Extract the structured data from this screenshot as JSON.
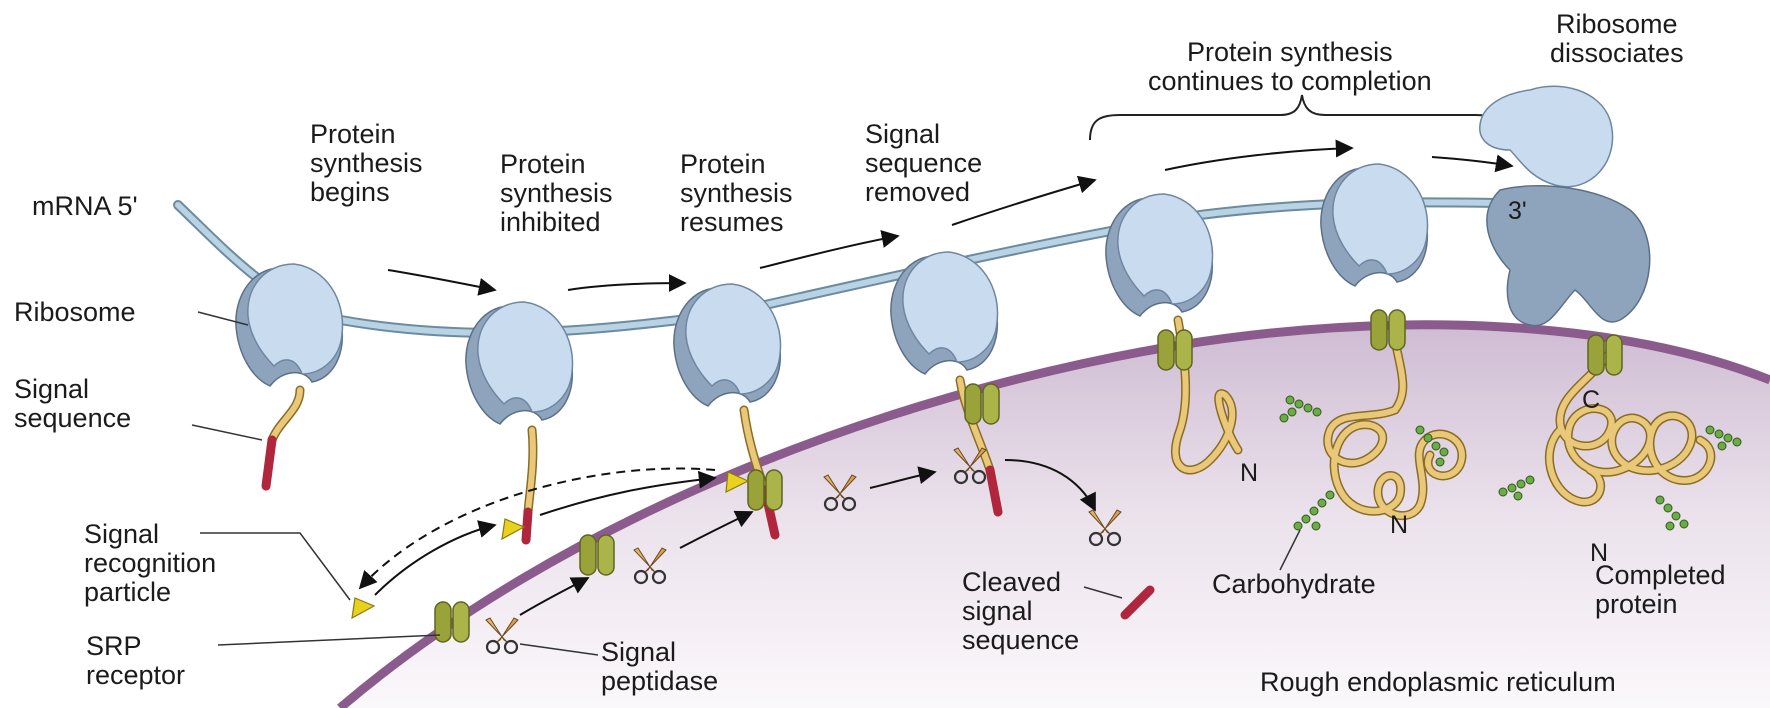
{
  "stages": {
    "begins": "Protein\nsynthesis\nbegins",
    "inhibited": "Protein\nsynthesis\ninhibited",
    "resumes": "Protein\nsynthesis\nresumes",
    "removed": "Signal\nsequence\nremoved",
    "continues": "Protein synthesis\ncontinues to completion",
    "dissociates": "Ribosome\ndissociates"
  },
  "labels": {
    "mrna": "mRNA 5'",
    "three_prime": "3'",
    "ribosome": "Ribosome",
    "signal_sequence": "Signal\nsequence",
    "srp": "Signal\nrecognition\nparticle",
    "srp_receptor": "SRP\nreceptor",
    "signal_peptidase": "Signal\npeptidase",
    "cleaved": "Cleaved\nsignal\nsequence",
    "carbohydrate": "Carbohydrate",
    "completed": "Completed\nprotein",
    "rer": "Rough endoplasmic reticulum",
    "n_terminus": "N",
    "c_terminus": "C"
  },
  "colors": {
    "ribosome_large": "#c9dcef",
    "ribosome_small": "#8ea4bd",
    "mrna": "#b8d3e3",
    "er_membrane": "#8b5b8e",
    "er_lumen": "#e8deea",
    "protein_chain": "#e9c87a",
    "signal_sequence": "#b0263c",
    "receptor": "#9aa23a",
    "srp": "#e8d21e",
    "carbohydrate": "#5e9a3a"
  }
}
